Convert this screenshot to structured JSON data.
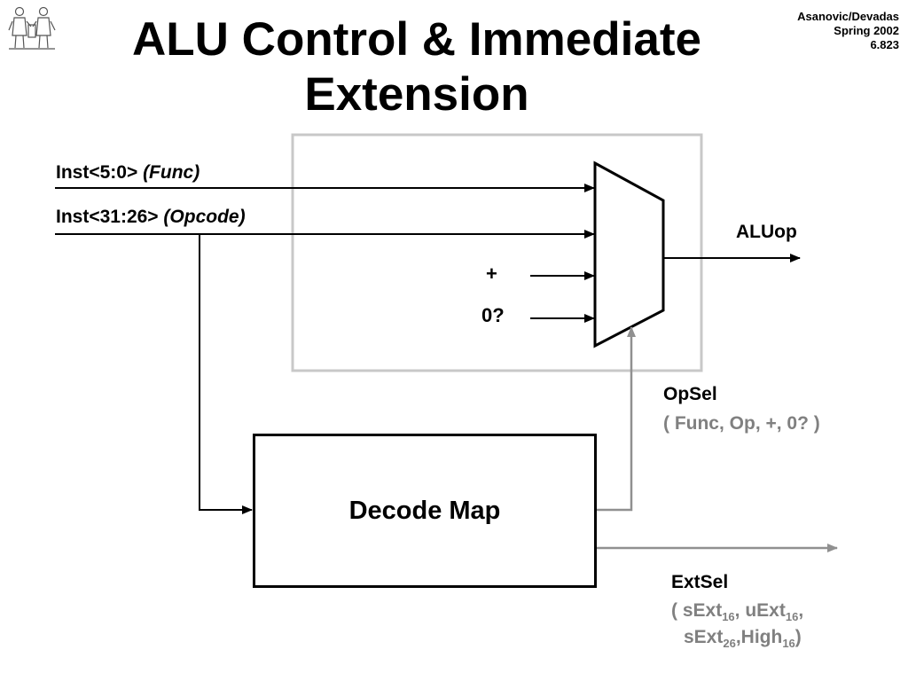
{
  "header": {
    "title_line1": "ALU Control & Immediate",
    "title_line2": "Extension",
    "corner_line1": "Asanovic/Devadas",
    "corner_line2": "Spring 2002",
    "corner_line3": "6.823"
  },
  "logo": {
    "icon": "mit-seal-figures-icon"
  },
  "inputs": {
    "func_field": "Inst<5:0>",
    "func_name": "(Func)",
    "opcode_field": "Inst<31:26>",
    "opcode_name": "(Opcode)",
    "plus": "+",
    "zero_test": "0?"
  },
  "mux": {
    "output_label": "ALUop"
  },
  "decode_map": {
    "label": "Decode Map"
  },
  "opsel": {
    "title": "OpSel",
    "options": "( Func, Op, +, 0? )"
  },
  "extsel": {
    "title": "ExtSel",
    "open": "( ",
    "sext": "sExt",
    "sext_sub": "16",
    "sep1": ", ",
    "uext": "uExt",
    "uext_sub": "16",
    "sep2": ",",
    "sext2": "sExt",
    "sext2_sub": "26",
    "sep3": ",",
    "high": "High",
    "high_sub": "16",
    "close": ")"
  },
  "colors": {
    "line": "#000000",
    "gray_line": "#909090",
    "frame": "#c8c8c8",
    "gray_text": "#808080"
  }
}
